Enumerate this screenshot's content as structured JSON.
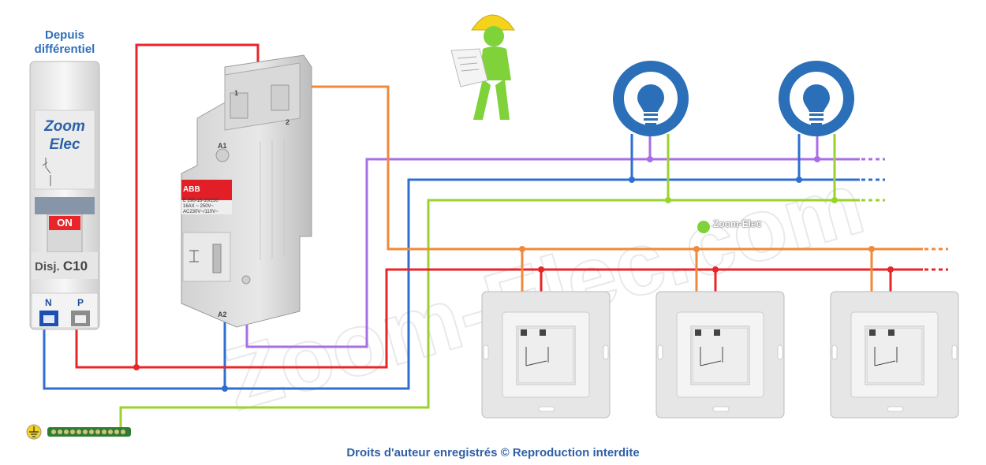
{
  "source_label": "Depuis différentiel",
  "breaker": {
    "brand_line1": "Zoom",
    "brand_line2": "Elec",
    "state": "ON",
    "label": "Disj.",
    "rating": "C10",
    "terminal_n": "N",
    "terminal_p": "P"
  },
  "relay": {
    "brand": "ABB",
    "reference": "E 290-16-10/230",
    "spec_line1": "16AX ~ 250V~",
    "spec_line2": "AC230V~/110V~",
    "terminal_1": "1",
    "terminal_2": "2",
    "terminal_a1": "A1",
    "terminal_a2": "A2"
  },
  "watermark": "Zoom-Elec",
  "copyright": "Droits d'auteur enregistrés © Reproduction interdite",
  "wire_colors": {
    "phase": "#e8262a",
    "neutral": "#2e6fd0",
    "earth": "#9ad22e",
    "control": "#f0893a",
    "lamp_return": "#a86ee6"
  },
  "icons": [
    "lamp-icon",
    "worker-icon",
    "earth-icon",
    "pushbutton-icon"
  ]
}
